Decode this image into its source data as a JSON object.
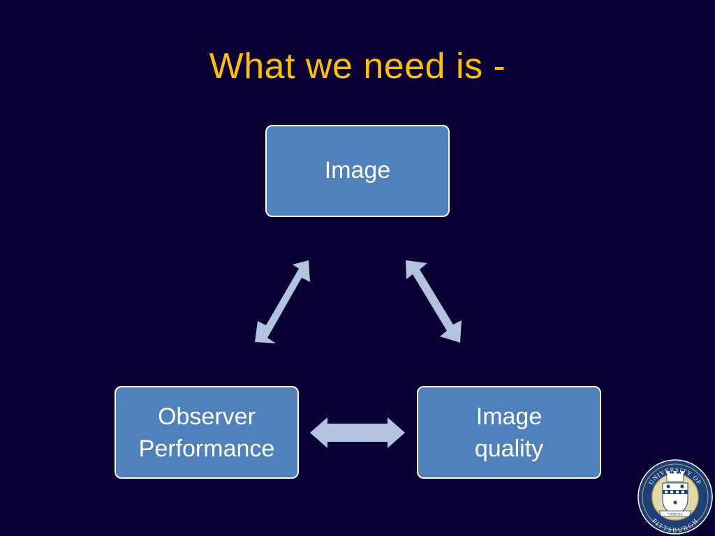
{
  "slide": {
    "title": "What we need is -"
  },
  "nodes": {
    "image": {
      "label": "Image"
    },
    "observer": {
      "label": "Observer\nPerformance"
    },
    "quality": {
      "label": "Image\nquality"
    }
  },
  "seal": {
    "top_text": "UNIVERSITY OF",
    "bottom_text": "PITTSBURGH",
    "banner_text": "VERITAS"
  },
  "colors": {
    "background": "#0b0033",
    "title": "#ffc000",
    "box_fill": "#4f81bd",
    "box_border": "#ffffff",
    "arrow": "#b3c2de",
    "seal_gold": "#c9a64b",
    "seal_blue": "#1d3f7a"
  }
}
